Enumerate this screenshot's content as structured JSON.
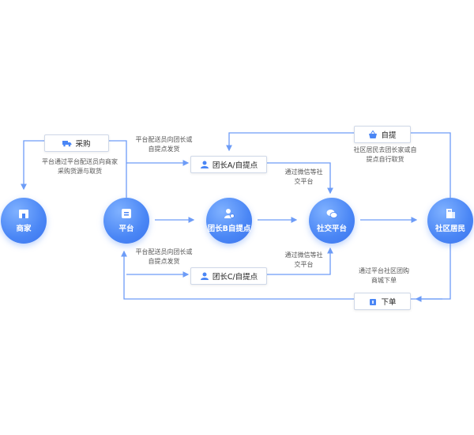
{
  "nodes": {
    "merchant": "商家",
    "platform": "平台",
    "leader_b": "团长B自提点",
    "social_platform": "社交平台",
    "residents": "社区居民"
  },
  "boxes": {
    "purchase": "采购",
    "leader_a": "团长A/自提点",
    "leader_c": "团长C/自提点",
    "self_pickup": "自提",
    "order": "下单"
  },
  "notes": {
    "platform_purchase_line1": "平台通过平台配送员向商家",
    "platform_purchase_line2": "采购货源与取货",
    "deliver_a_line1": "平台配送员向团长或",
    "deliver_a_line2": "自提点发货",
    "wechat_a_line1": "通过微信等社",
    "wechat_a_line2": "交平台",
    "deliver_c_line1": "平台配送员向团长或",
    "deliver_c_line2": "自提点发货",
    "wechat_c_line1": "通过微信等社",
    "wechat_c_line2": "交平台",
    "pickup_line1": "社区居民去团长家或自",
    "pickup_line2": "提点自行取货",
    "order_line1": "通过平台社区团购",
    "order_line2": "商城下单"
  },
  "colors": {
    "accent": "#4a86f5",
    "line": "#6d9cf7"
  },
  "icons": {
    "merchant": "store-icon",
    "platform": "screen-icon",
    "leader_b": "user-icon",
    "social_platform": "wechat-icon",
    "residents": "building-icon",
    "purchase": "truck-icon",
    "leader_a": "user-icon",
    "leader_c": "user-icon",
    "self_pickup": "basket-icon",
    "order": "bag-icon"
  }
}
